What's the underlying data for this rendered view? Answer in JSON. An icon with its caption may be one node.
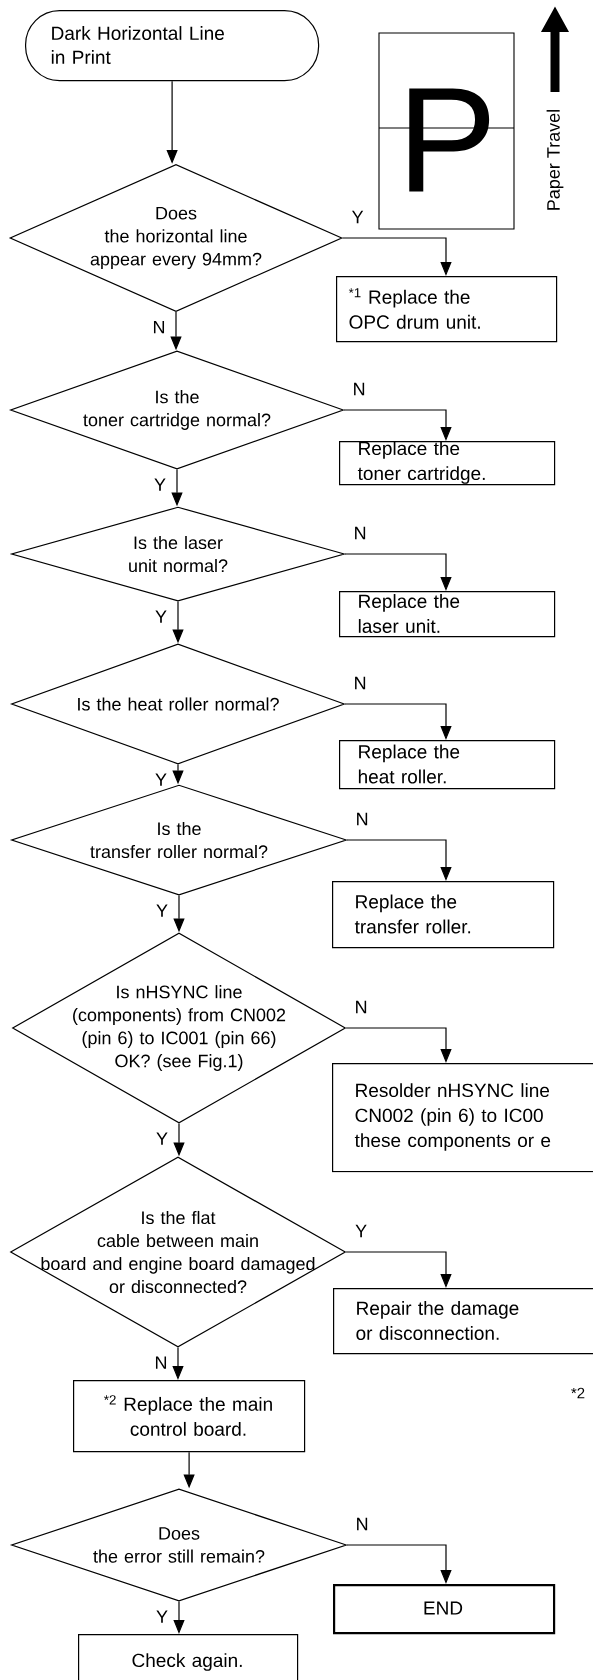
{
  "diagram": {
    "nodes": [
      {
        "text": [
          "Dark Horizontal Line in Print"
        ]
      },
      {
        "text": [
          "Does the horizontal line appear every 94mm?"
        ]
      },
      {
        "text": [
          "$^{*1}$ Replace the OPC drum unit."
        ]
      },
      {
        "text": [
          "Is the toner cartridge normal?"
        ]
      },
      {
        "text": [
          "Replace the toner cartridge."
        ]
      },
      {
        "text": [
          "Is the laser unit normal?"
        ]
      },
      {
        "text": [
          "Replace the laser unit."
        ]
      },
      {
        "text": [
          "Is the heat roller normal?"
        ]
      },
      {
        "text": [
          "Replace the heat roller."
        ]
      },
      {
        "text": [
          "Is the transfer roller normal?"
        ]
      },
      {
        "text": [
          "Replace the transfer roller."
        ]
      },
      {
        "text": [
          "Is nHSYNC line (components) from CN002 (pin 6) to IC001 (pin 66) OK? (see Fig.1)"
        ]
      },
      {
        "text": [
          "Resolder nHSYNC line CN002 (pin 6) to IC00 these components or e"
        ]
      },
      {
        "text": [
          "Is the flat cable between main board and engine board damaged or disconnected?"
        ]
      },
      {
        "text": [
          "Repair the damage or disconnection."
        ]
      },
      {
        "text": [
          "$^{*2}$ Replace the main control board."
        ]
      },
      {
        "text": [
          "Does the error still remain?"
        ]
      },
      {
        "text": [
          "END"
        ]
      },
      {
        "text": [
          "Check again."
        ]
      }
    ],
    "edges": [
      {
        "from": 0,
        "to": 1,
        "arrow": "to"
      },
      {
        "from": 1,
        "to": 2,
        "arrow": "to",
        "label": "Y"
      },
      {
        "from": 1,
        "to": 3,
        "arrow": "to",
        "label": "N"
      },
      {
        "from": 3,
        "to": 4,
        "arrow": "to",
        "label": "N"
      },
      {
        "from": 3,
        "to": 5,
        "arrow": "to",
        "label": "Y"
      },
      {
        "from": 5,
        "to": 6,
        "arrow": "to",
        "label": "N"
      },
      {
        "from": 5,
        "to": 7,
        "arrow": "to",
        "label": "Y"
      },
      {
        "from": 7,
        "to": 8,
        "arrow": "to",
        "label": "N"
      },
      {
        "from": 7,
        "to": 9,
        "arrow": "to",
        "label": "Y"
      },
      {
        "from": 9,
        "to": 10,
        "arrow": "to",
        "label": "N"
      },
      {
        "from": 9,
        "to": 11,
        "arrow": "to",
        "label": "Y"
      },
      {
        "from": 11,
        "to": 12,
        "arrow": "to",
        "label": "N"
      },
      {
        "from": 11,
        "to": 13,
        "arrow": "to",
        "label": "Y"
      },
      {
        "from": 13,
        "to": 14,
        "arrow": "to",
        "label": "Y"
      },
      {
        "from": 13,
        "to": 15,
        "arrow": "to",
        "label": "N"
      },
      {
        "from": 15,
        "to": 16,
        "arrow": "to"
      },
      {
        "from": 16,
        "to": 17,
        "arrow": "to",
        "label": "N"
      },
      {
        "from": 16,
        "to": 18,
        "arrow": "to",
        "label": "Y"
      }
    ],
    "labels": [
      "P",
      "Paper Travel",
      "*2"
    ]
  }
}
